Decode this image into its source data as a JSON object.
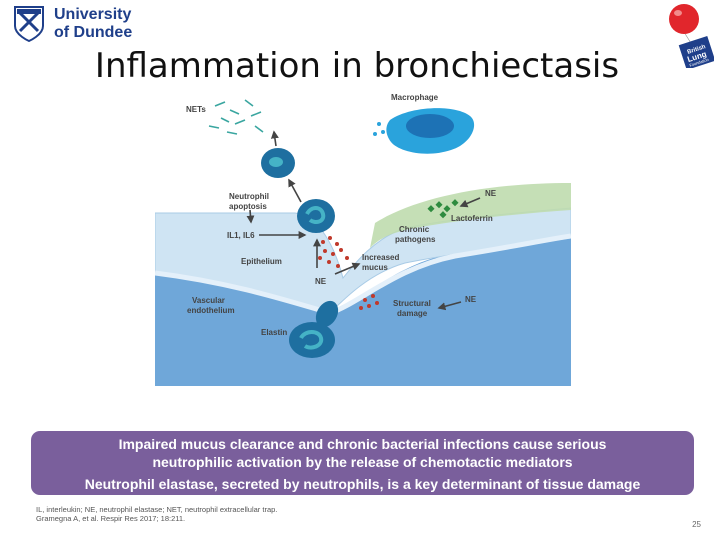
{
  "logo": {
    "line1": "University",
    "line2": "of Dundee"
  },
  "badge": {
    "line1": "British",
    "line2": "Lung",
    "line3": "Foundation"
  },
  "title": "Inflammation in bronchiectasis",
  "diagram": {
    "labels": {
      "nets": "NETs",
      "macrophage": "Macrophage",
      "neutrophil_apoptosis_1": "Neutrophil",
      "neutrophil_apoptosis_2": "apoptosis",
      "il": "IL1, IL6",
      "epithelium": "Epithelium",
      "ne_top": "NE",
      "lactoferrin": "Lactoferrin",
      "chronic_1": "Chronic",
      "chronic_2": "pathogens",
      "increased_1": "Increased",
      "increased_2": "mucus",
      "ne_mid": "NE",
      "vascular_1": "Vascular",
      "vascular_2": "endothelium",
      "structural_1": "Structural",
      "structural_2": "damage",
      "ne_right": "NE",
      "elastin": "Elastin"
    },
    "colors": {
      "neutrophil": "#1e6fa0",
      "macrophage": "#2aa3dc",
      "tissue": "#7fb3de",
      "pathogen": "#a9d49a",
      "mucus": "#c0392b"
    }
  },
  "banner": {
    "line1": "Impaired mucus clearance and chronic bacterial infections cause serious",
    "line2": "neutrophilic activation by the release of chemotactic mediators",
    "line3": "Neutrophil elastase, secreted by neutrophils, is a key determinant of tissue damage"
  },
  "footnote": {
    "line1": "IL, interleukin; NE, neutrophil elastase; NET, neutrophil extracellular trap.",
    "line2": "Gramegna A, et al. Respir Res 2017; 18:211."
  },
  "page_number": "25"
}
